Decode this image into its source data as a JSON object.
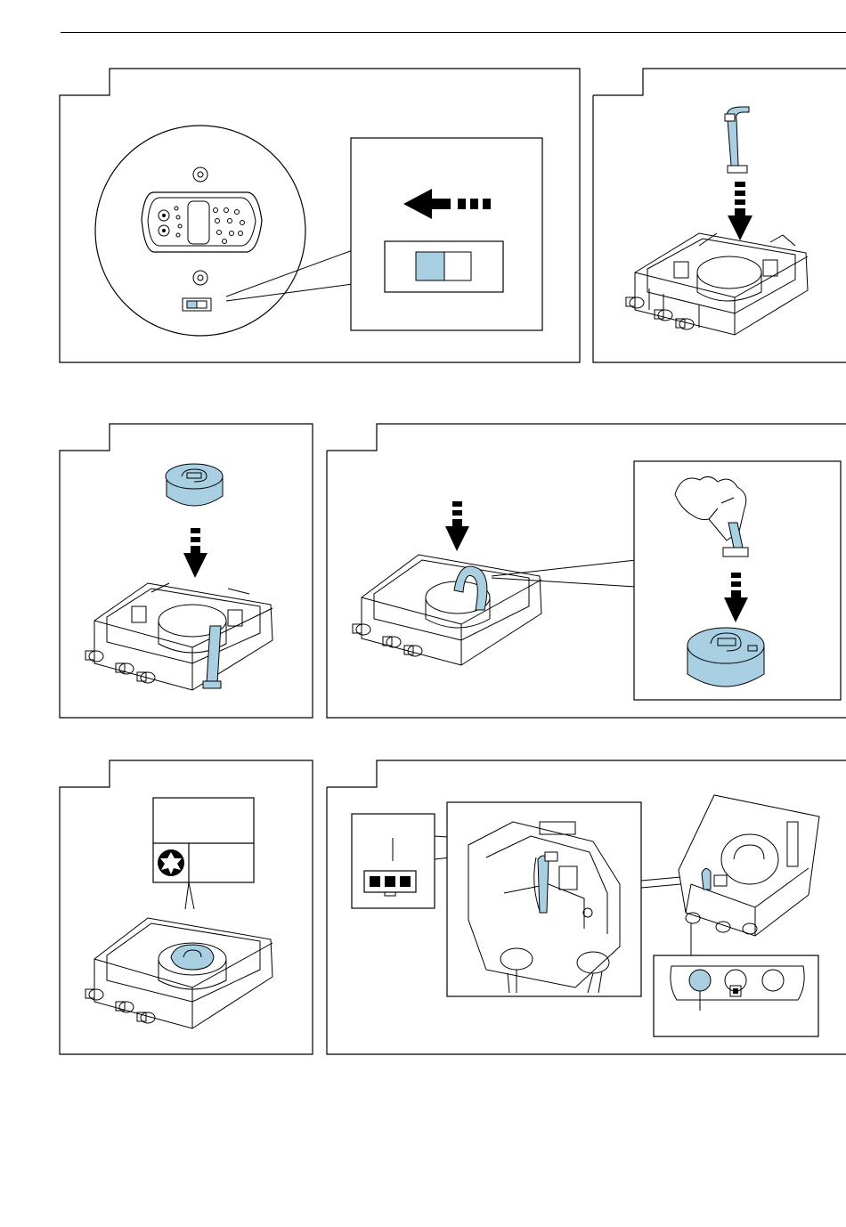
{
  "page": {
    "background": "#ffffff",
    "line_color": "#000000",
    "accent_color": "#a9cfe3"
  },
  "panels": [
    {
      "id": "panel-1",
      "content": "dip-switch-setting"
    },
    {
      "id": "panel-2",
      "content": "insert-ribbon-cable"
    },
    {
      "id": "panel-3",
      "content": "insert-electronics-module"
    },
    {
      "id": "panel-4",
      "content": "connect-ribbon-cable"
    },
    {
      "id": "panel-5",
      "content": "tighten-screws-torx"
    },
    {
      "id": "panel-6",
      "content": "cable-connection-detail"
    }
  ],
  "icons": {
    "arrow": "push-arrow-icon",
    "torx": "torx-icon",
    "hand": "hand-icon"
  }
}
